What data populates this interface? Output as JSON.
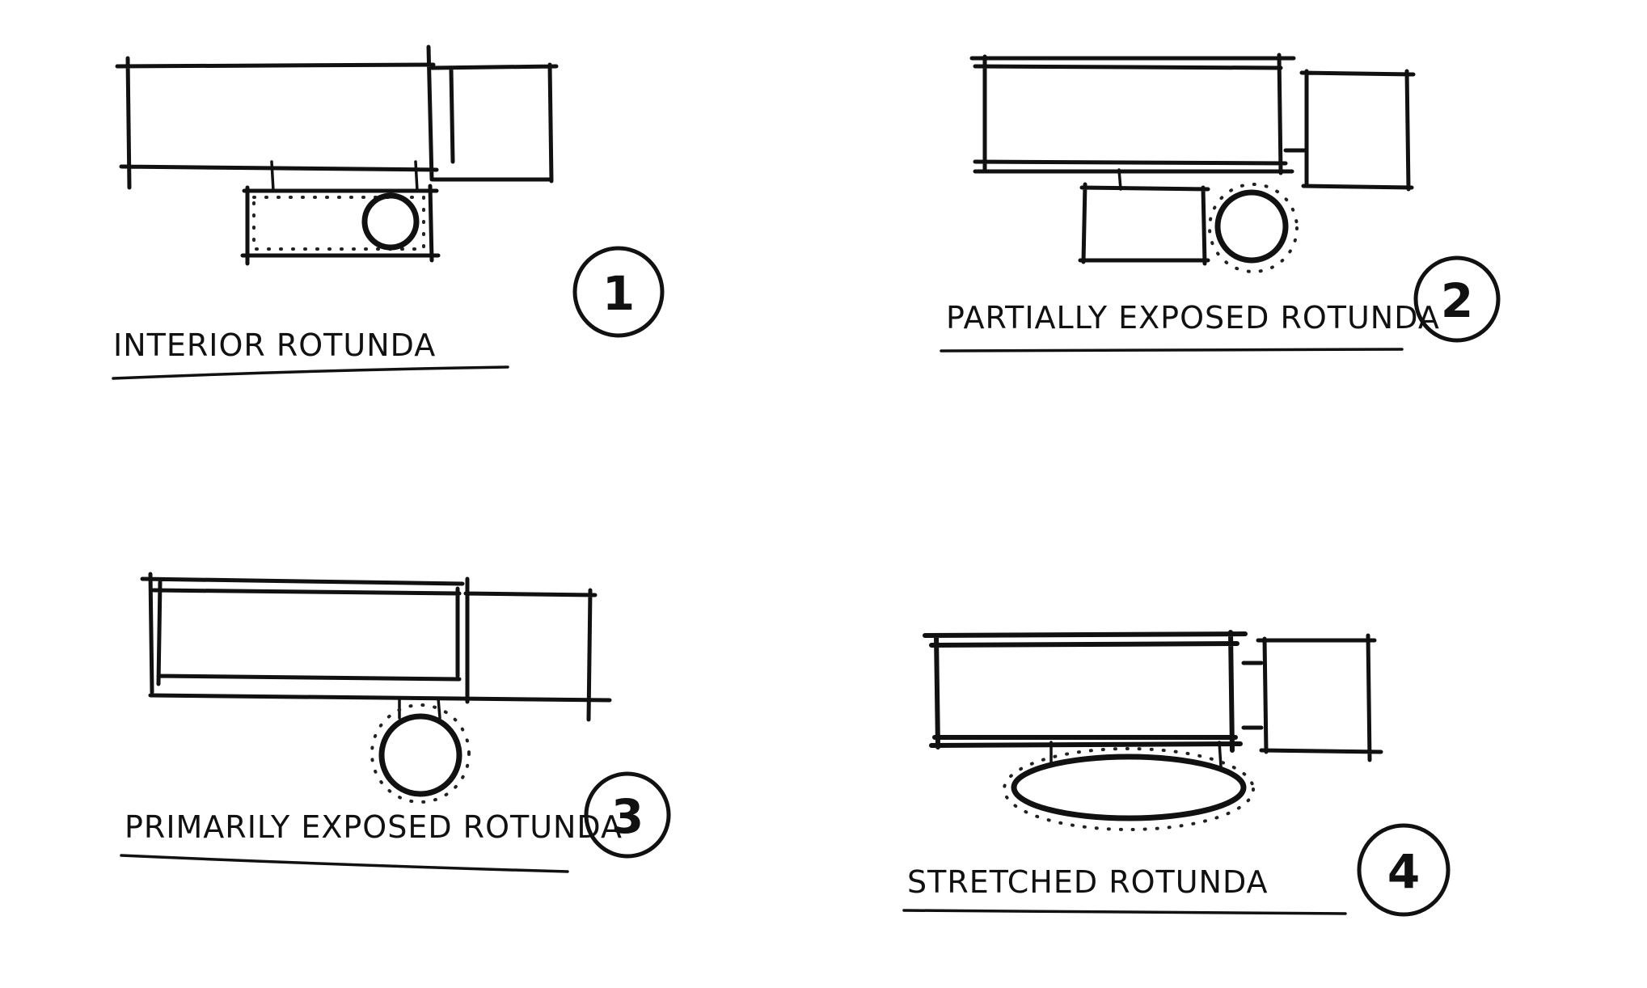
{
  "diagrams": [
    {
      "number": "1",
      "label": "INTERIOR ROTUNDA"
    },
    {
      "number": "2",
      "label": "PARTIALLY EXPOSED ROTUNDA"
    },
    {
      "number": "3",
      "label": "PRIMARILY EXPOSED ROTUNDA"
    },
    {
      "number": "4",
      "label": "STRETCHED ROTUNDA"
    }
  ]
}
